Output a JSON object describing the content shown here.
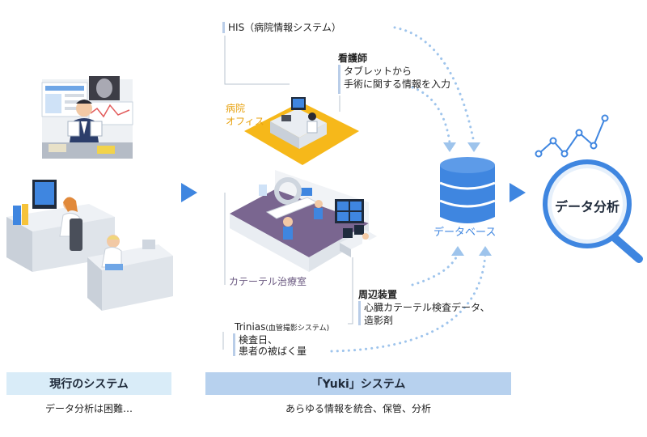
{
  "his_label": "HIS（病院情報システム）",
  "nurse": {
    "title": "看護師",
    "line1": "タブレットから",
    "line2": "手術に関する情報を入力"
  },
  "office_label": {
    "line1": "病院",
    "line2": "オフィス"
  },
  "cath_room_label": "カテーテル治療室",
  "peripheral": {
    "title": "周辺装置",
    "line1": "心臓カテーテル検査データ、",
    "line2": "造影剤"
  },
  "trinias": {
    "title": "Trinias",
    "subtitle": "(血管撮影システム)",
    "line1": "検査日、",
    "line2": "患者の被ばく量"
  },
  "database_label": "データベース",
  "analysis_label": "データ分析",
  "current_system": {
    "title": "現行のシステム",
    "caption": "データ分析は困難…"
  },
  "yuki_system": {
    "title": "「Yuki」システム",
    "caption": "あらゆる情報を統合、保管、分析"
  },
  "colors": {
    "accent_blue": "#3f86e0",
    "dot_blue": "#9ec4ec",
    "office_yellow": "#f6b81a",
    "cath_purple": "#7a6690",
    "panel_left": "#d9ecf8",
    "panel_right": "#b7d1ee"
  }
}
